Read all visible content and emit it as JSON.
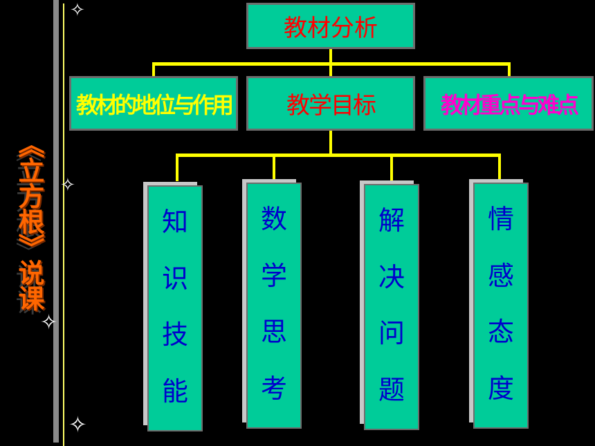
{
  "side_title": "《立方根》说课",
  "root": "教材分析",
  "branches": [
    "教材的地位与作用",
    "教学目标",
    "教材重点与难点"
  ],
  "objectives": [
    [
      "知",
      "识",
      "技",
      "能"
    ],
    [
      "数",
      "学",
      "思",
      "考"
    ],
    [
      "解",
      "决",
      "问",
      "题"
    ],
    [
      "情",
      "感",
      "态",
      "度"
    ]
  ],
  "star_glyph": "✧",
  "colors": {
    "background": "#000000",
    "box_fill": "#00cc99",
    "connector": "#ffff00",
    "root_text": "#ff0000",
    "branch1_text": "#ffff00",
    "branch2_text": "#ff0000",
    "branch3_text": "#ff00cc",
    "objective_text": "#0000cc",
    "side_title": "#ff6600"
  }
}
